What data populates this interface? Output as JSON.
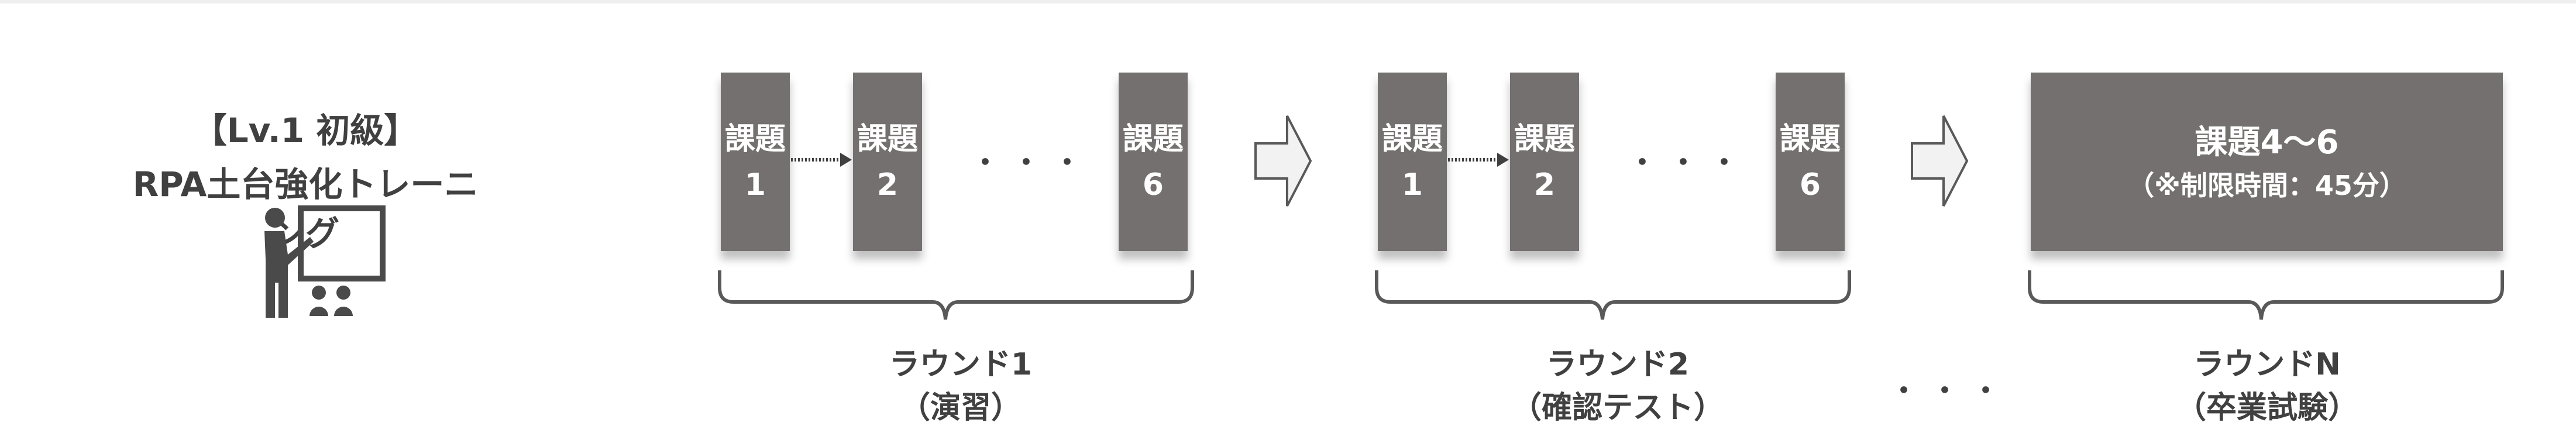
{
  "title": {
    "line1": "【Lv.1 初級】",
    "line2": "RPA土台強化トレーニング"
  },
  "task_label": "課題",
  "rounds": [
    {
      "tasks": [
        "1",
        "2",
        "6"
      ],
      "ellipsis": "・・・",
      "name": "ラウンド1",
      "sub": "（演習）"
    },
    {
      "tasks": [
        "1",
        "2",
        "6"
      ],
      "ellipsis": "・・・",
      "name": "ラウンド2",
      "sub": "（確認テスト）"
    }
  ],
  "between_ellipsis": "・・・",
  "final": {
    "title": "課題4～6",
    "note": "（※制限時間：45分）",
    "name": "ラウンドN",
    "sub": "（卒業試験）"
  },
  "colors": {
    "box": "#757070",
    "text": "#404040",
    "arrow_fill": "#f2f2f2"
  }
}
